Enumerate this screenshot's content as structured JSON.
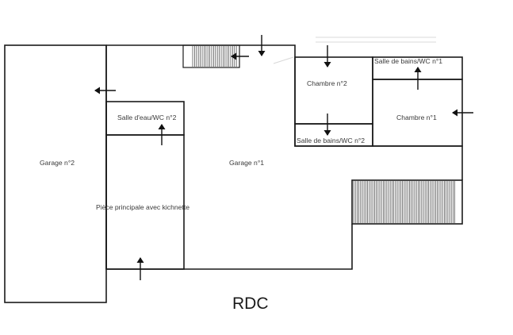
{
  "plan": {
    "title": "RDC",
    "rooms": [
      {
        "id": "garage-2",
        "label": "Garage n°2"
      },
      {
        "id": "garage-1",
        "label": "Garage n°1"
      },
      {
        "id": "salle-eau-wc-2",
        "label": "Salle d'eau/WC n°2"
      },
      {
        "id": "piece-principale",
        "label": "Pièce principale avec kichnette"
      },
      {
        "id": "chambre-2",
        "label": "Chambre n°2"
      },
      {
        "id": "salle-bains-wc-2",
        "label": "Salle de bains/WC n°2"
      },
      {
        "id": "salle-bains-wc-1",
        "label": "Salle de bains/WC n°1"
      },
      {
        "id": "chambre-1",
        "label": "Chambre n°1"
      }
    ],
    "stairs": [
      {
        "id": "stair-top",
        "description": "hatched staircase near top entrance"
      },
      {
        "id": "stair-right",
        "description": "hatched staircase on right side"
      }
    ],
    "arrows": [
      {
        "id": "arrow-top-entry",
        "direction": "down"
      },
      {
        "id": "arrow-stair-top",
        "direction": "left"
      },
      {
        "id": "arrow-garage-2",
        "direction": "left"
      },
      {
        "id": "arrow-salle-eau",
        "direction": "up"
      },
      {
        "id": "arrow-piece-principale",
        "direction": "up"
      },
      {
        "id": "arrow-chambre-2",
        "direction": "down"
      },
      {
        "id": "arrow-salle-bains-2",
        "direction": "down"
      },
      {
        "id": "arrow-salle-bains-1",
        "direction": "up"
      },
      {
        "id": "arrow-chambre-1",
        "direction": "left"
      }
    ],
    "colors": {
      "wall": "#1a1a1a",
      "label": "#3a3a3a",
      "background": "#ffffff"
    }
  }
}
